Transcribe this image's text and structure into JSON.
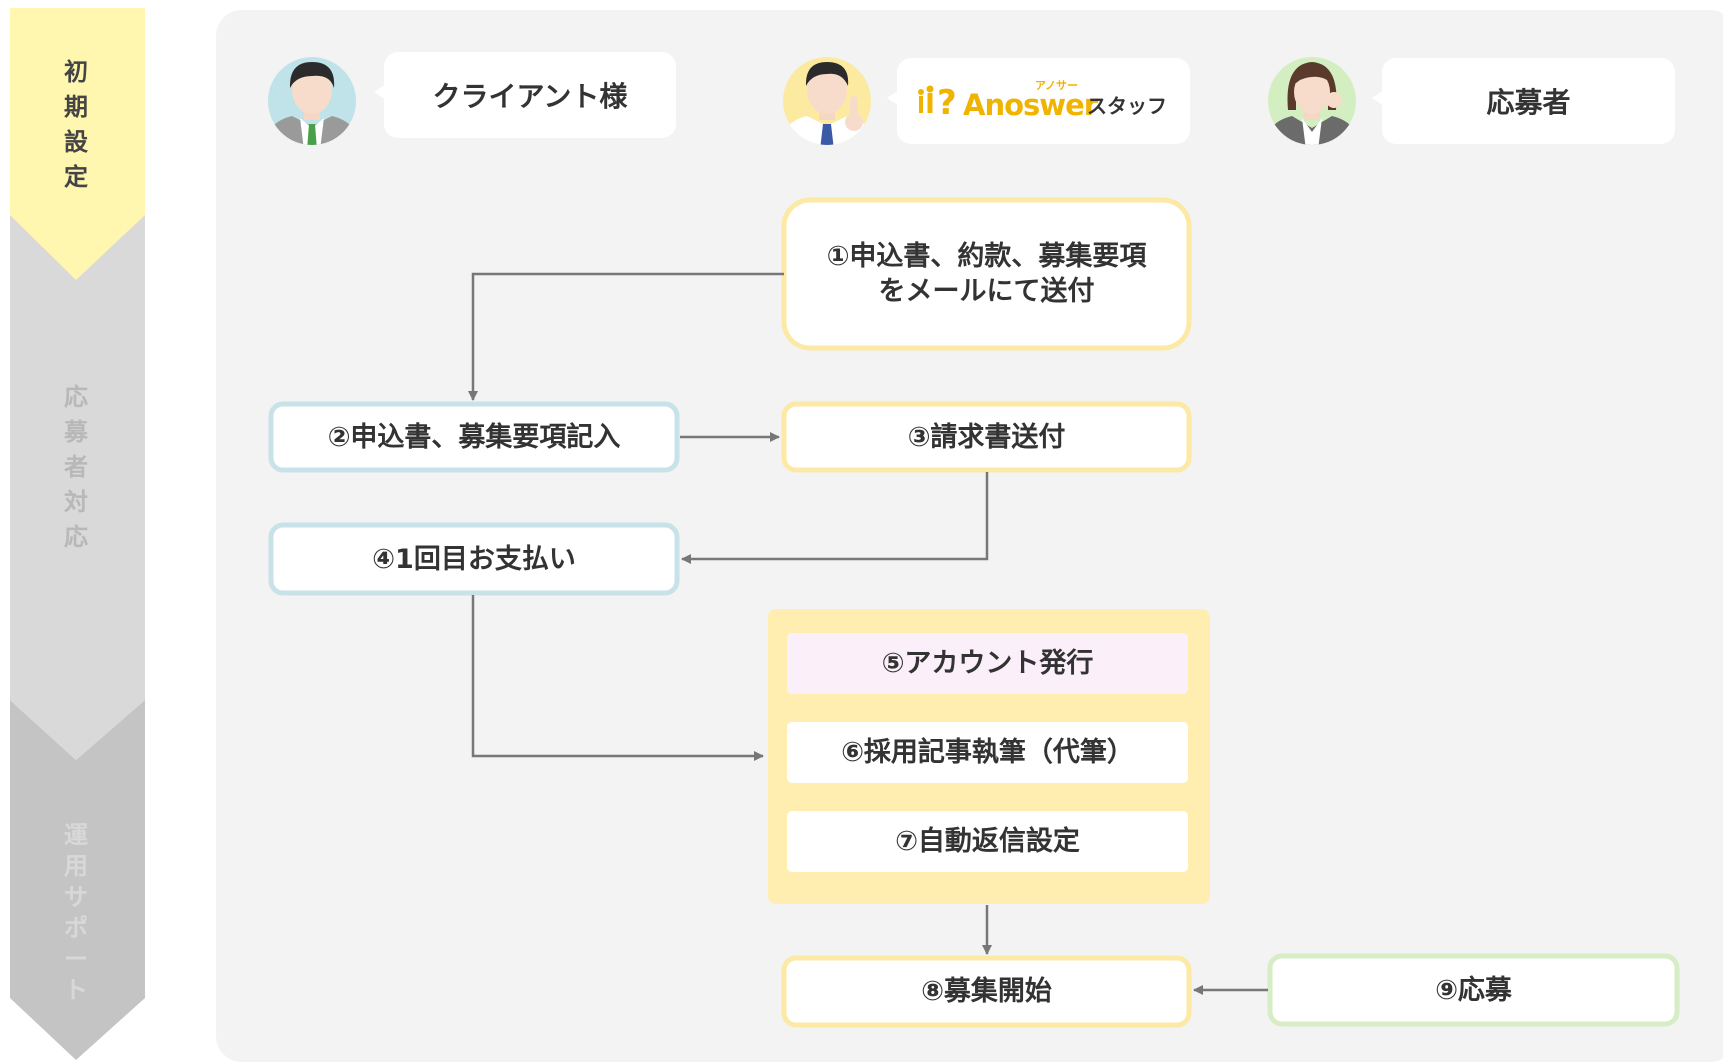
{
  "phases": {
    "setup": {
      "label": "初期設定",
      "color": "#fff7b0",
      "text_color": "#444444"
    },
    "applicants": {
      "label": "応募者対応",
      "color": "#d9d9d9",
      "text_color": "#b8b8b8"
    },
    "support": {
      "label": "運用サポート",
      "color": "#c4c4c4",
      "text_color": "#d8d8d8"
    }
  },
  "actors": {
    "client": {
      "label": "クライアント様",
      "icon": "businessman-avatar-icon",
      "avatar_color": "#bfe3e8"
    },
    "staff": {
      "logo_text": "Anoswer",
      "logo_ruby": "アノサー",
      "suffix": "スタッフ",
      "icon": "staff-pointing-avatar-icon",
      "avatar_color": "#fbeaa0",
      "logo_color": "#f0b400"
    },
    "applicant": {
      "label": "応募者",
      "icon": "businesswoman-avatar-icon",
      "avatar_color": "#d3eec0"
    }
  },
  "steps": {
    "s1": {
      "line1": "①申込書、約款、募集要項",
      "line2": "をメールにて送付"
    },
    "s2": {
      "label": "②申込書、募集要項記入"
    },
    "s3": {
      "label": "③請求書送付"
    },
    "s4": {
      "label": "④1回目お支払い"
    },
    "s5": {
      "label": "⑤アカウント発行"
    },
    "s6": {
      "label": "⑥採用記事執筆（代筆）"
    },
    "s7": {
      "label": "⑦自動返信設定"
    },
    "s8": {
      "label": "⑧募集開始"
    },
    "s9": {
      "label": "⑨応募"
    }
  },
  "colors": {
    "client_border": "#c7e3e8",
    "staff_border": "#fde9a6",
    "applicant_border": "#d7edc5",
    "group_fill": "#ffeeb0",
    "highlight_fill": "#fbf0fa",
    "panel": "#f3f3f3",
    "arrow": "#777777"
  }
}
